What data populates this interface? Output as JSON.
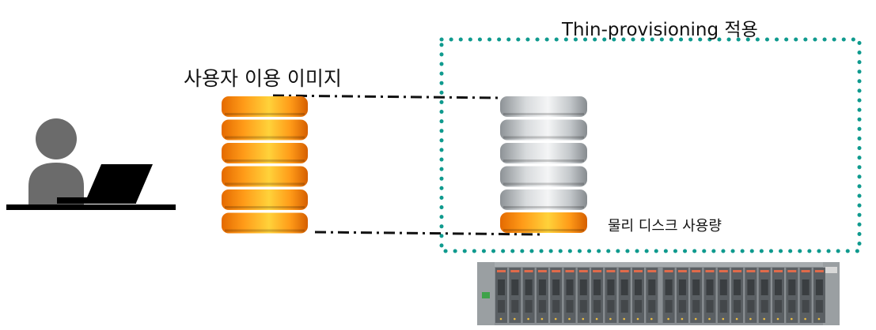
{
  "labels": {
    "thin_provisioning": "Thin-provisioning 적용",
    "user_image": "사용자 이용 이미지",
    "physical_disk": "물리 디스크 사용량"
  },
  "icons": {
    "user": "user-at-laptop-icon",
    "user_disks": "orange-disk-stack-icon",
    "physical_disks": "gray-disk-stack-icon",
    "storage": "storage-array-icon"
  },
  "colors": {
    "dotted_border": "#0f9a8e",
    "disk_orange": "#f58a12",
    "disk_gray": "#b8bcc0",
    "figure": "#6b6b6b"
  }
}
